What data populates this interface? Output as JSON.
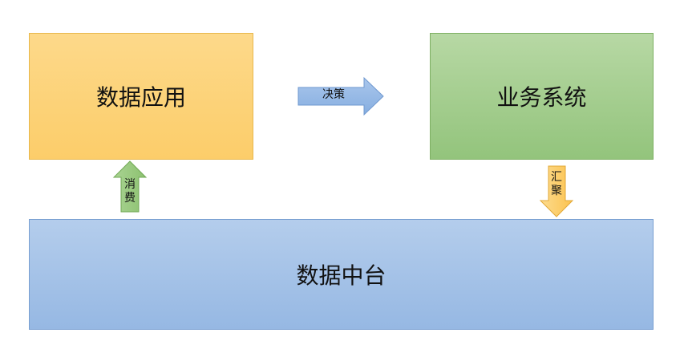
{
  "boxes": {
    "app": "数据应用",
    "business": "业务系统",
    "platform": "数据中台"
  },
  "arrows": {
    "decision": "决策",
    "consume": "消费",
    "aggregate": "汇聚"
  },
  "colors": {
    "app_fill": "#fccd6a",
    "business_fill": "#93c47c",
    "platform_fill": "#96b8e3",
    "decision_arrow": "#8fb4e3",
    "consume_arrow": "#97c77f",
    "aggregate_arrow": "#fcc85c"
  }
}
